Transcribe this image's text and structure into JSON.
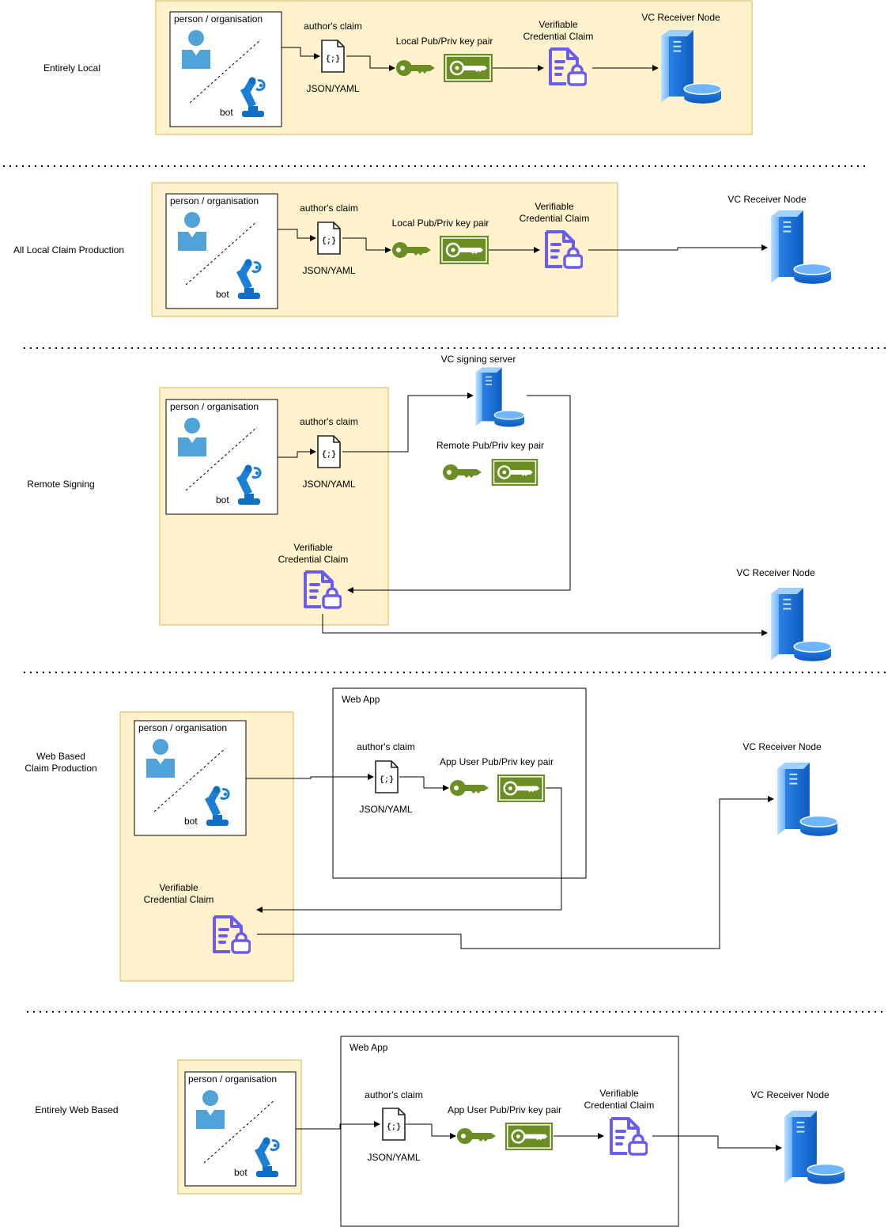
{
  "colors": {
    "zone_fill": "#fff2cc",
    "zone_border": "#d6b656",
    "person_icon": "#4fa3d8",
    "bot_icon": "#0f6fc6",
    "key_green": "#6b8e23",
    "vc_purple": "#6a5cf0",
    "server_blue": "#1f7ae0"
  },
  "common": {
    "person_org": "person / organisation",
    "bot": "bot",
    "authors_claim": "author's claim",
    "json_yaml": "JSON/YAML",
    "local_keypair": "Local Pub/Priv key pair",
    "remote_keypair": "Remote Pub/Priv key pair",
    "app_keypair": "App User Pub/Priv key pair",
    "vc_claim_line1": "Verifiable",
    "vc_claim_line2": "Credential Claim",
    "receiver": "VC Receiver Node",
    "signing_server": "VC signing server",
    "web_app": "Web App"
  },
  "scenarios": [
    {
      "title": "Entirely Local"
    },
    {
      "title": "All Local Claim Production"
    },
    {
      "title": "Remote Signing"
    },
    {
      "title_line1": "Web Based",
      "title_line2": "Claim Production"
    },
    {
      "title": "Entirely Web Based"
    }
  ]
}
